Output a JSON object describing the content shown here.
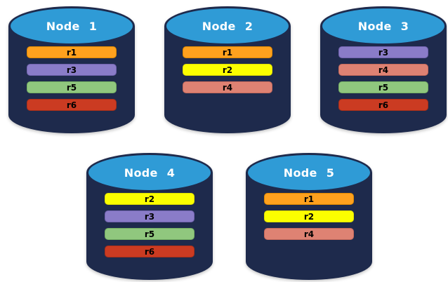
{
  "diagram": {
    "description": "Five database node cylinders showing replica placement",
    "colors": {
      "background": "#FFFFFF",
      "cylinder_body": "#1E2A4C",
      "cylinder_top": "#2F9BD6",
      "node_title_text": "#FFFFFF",
      "replica_label_text": "#000000"
    },
    "replica_colors": {
      "r1": {
        "fill": "#FFA11E",
        "border": "#E08800"
      },
      "r2": {
        "fill": "#FBFF00",
        "border": "#DFE000"
      },
      "r3": {
        "fill": "#8A7CC8",
        "border": "#7163AE"
      },
      "r4": {
        "fill": "#DE8273",
        "border": "#C66A5C"
      },
      "r5": {
        "fill": "#90C77E",
        "border": "#74AE62"
      },
      "r6": {
        "fill": "#CB3B22",
        "border": "#A92F18"
      }
    },
    "nodes": [
      {
        "title": "Node 1",
        "row": 1,
        "replicas": [
          "r1",
          "r3",
          "r5",
          "r6"
        ]
      },
      {
        "title": "Node 2",
        "row": 1,
        "replicas": [
          "r1",
          "r2",
          "r4"
        ]
      },
      {
        "title": "Node 3",
        "row": 1,
        "replicas": [
          "r3",
          "r4",
          "r5",
          "r6"
        ]
      },
      {
        "title": "Node 4",
        "row": 2,
        "replicas": [
          "r2",
          "r3",
          "r5",
          "r6"
        ]
      },
      {
        "title": "Node 5",
        "row": 2,
        "replicas": [
          "r1",
          "r2",
          "r4"
        ]
      }
    ]
  }
}
